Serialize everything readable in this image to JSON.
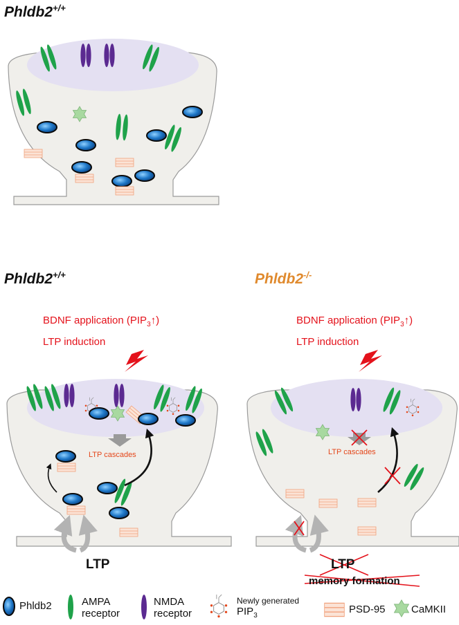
{
  "panels": {
    "top": {
      "title_main": "Phldb2",
      "title_sup": "+/+"
    },
    "bottom_left": {
      "title_main": "Phldb2",
      "title_sup": "+/+",
      "bdnf_prefix": "BDNF application (PIP",
      "bdnf_sub": "3",
      "bdnf_suffix": ")",
      "ltp_induction": "LTP induction",
      "ltp_cascades": "LTP cascades",
      "ltp_label": "LTP"
    },
    "bottom_right": {
      "title_main": "Phldb2",
      "title_sup": "-/-",
      "bdnf_prefix": "BDNF application (PIP",
      "bdnf_sub": "3",
      "bdnf_suffix": ")",
      "ltp_induction": "LTP induction",
      "ltp_cascades": "LTP cascades",
      "ltp_label": "LTP",
      "memory_label": "memory formation"
    }
  },
  "legend": {
    "phldb2": "Phldb2",
    "ampa_line1": "AMPA",
    "ampa_line2": "receptor",
    "nmda_line1": "NMDA",
    "nmda_line2": "receptor",
    "pip3_line1": "Newly generated",
    "pip3_line2": "PIP",
    "pip3_sub": "3",
    "psd95": "PSD-95",
    "camkii": "CaMKII"
  },
  "colors": {
    "spine_fill": "#f0efeb",
    "psd_fill": "#e4e0f2",
    "ampa": "#1fa24a",
    "nmda": "#5b2a91",
    "phldb2": "#1a63b4",
    "psd95": "#f6c4a8",
    "camkii": "#a8d9a0",
    "red": "#e4121b",
    "gene_knockout": "#e08a2e"
  }
}
